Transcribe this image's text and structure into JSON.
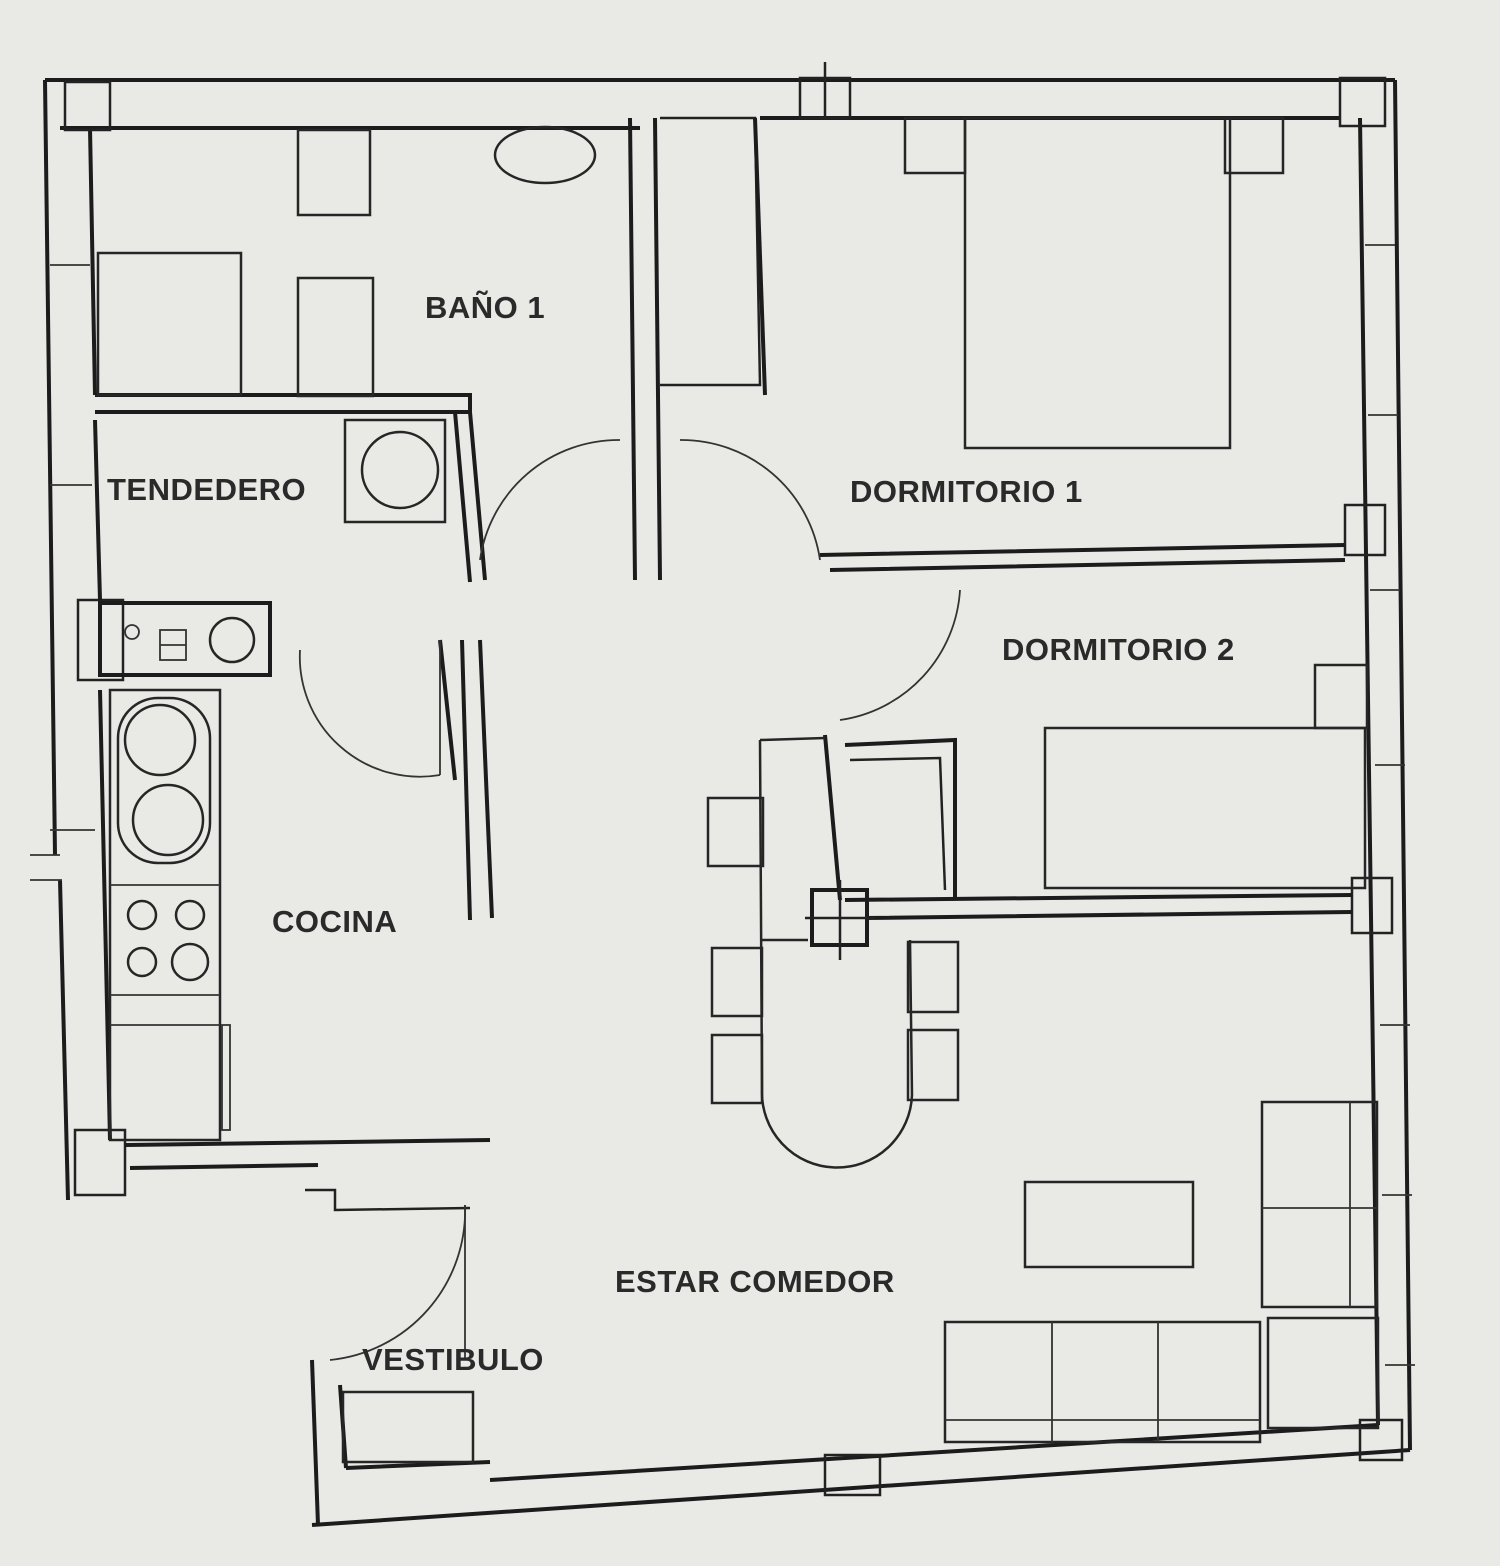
{
  "rooms": {
    "bano1": "BAÑO 1",
    "dormitorio1": "DORMITORIO 1",
    "tendedero": "TENDEDERO",
    "dormitorio2": "DORMITORIO 2",
    "cocina": "COCINA",
    "estar_comedor": "ESTAR COMEDOR",
    "vestibulo": "VESTIBULO"
  },
  "colors": {
    "ink": "#1c1c1c",
    "paper": "#e9e9e6"
  }
}
